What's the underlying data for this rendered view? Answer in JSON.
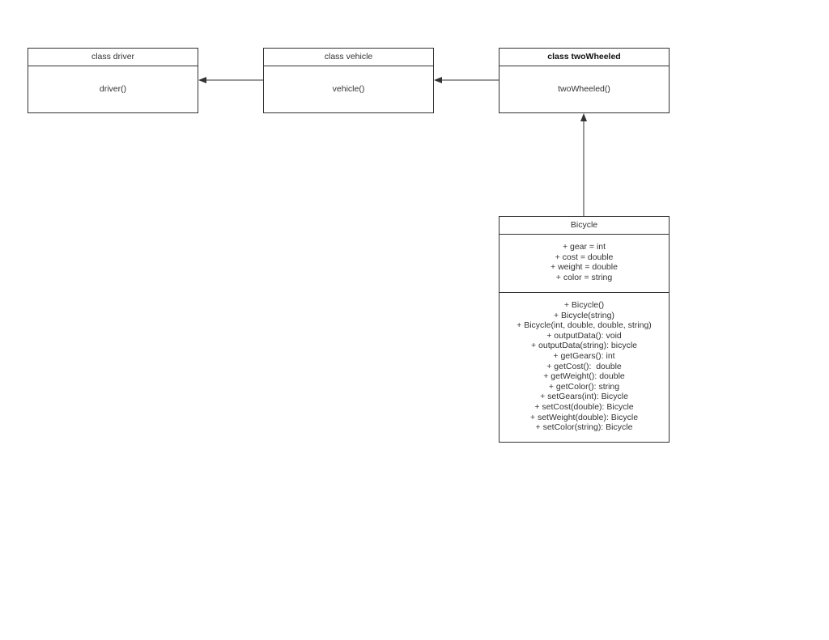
{
  "classes": {
    "driver": {
      "title": "class driver",
      "methods": [
        "driver()"
      ]
    },
    "vehicle": {
      "title": "class vehicle",
      "methods": [
        "vehicle()"
      ]
    },
    "twoWheeled": {
      "title": "class twoWheeled",
      "methods": [
        "twoWheeled()"
      ]
    },
    "bicycle": {
      "title": "Bicycle",
      "attributes": [
        "+ gear = int",
        "+ cost = double",
        "+ weight = double",
        "+ color = string"
      ],
      "methods": [
        "+ Bicycle()",
        "+ Bicycle(string)",
        "+ Bicycle(int, double, double, string)",
        "+ outputData(): void",
        "+ outputData(string): bicycle",
        "+ getGears(): int",
        "+ getCost():  double",
        "+ getWeight(): double",
        "+ getColor(): string",
        "+ setGears(int): Bicycle",
        "+ setCost(double): Bicycle",
        "+ setWeight(double): Bicycle",
        "+ setColor(string): Bicycle"
      ]
    }
  },
  "colors": {
    "line": "#333333",
    "background": "#ffffff"
  }
}
